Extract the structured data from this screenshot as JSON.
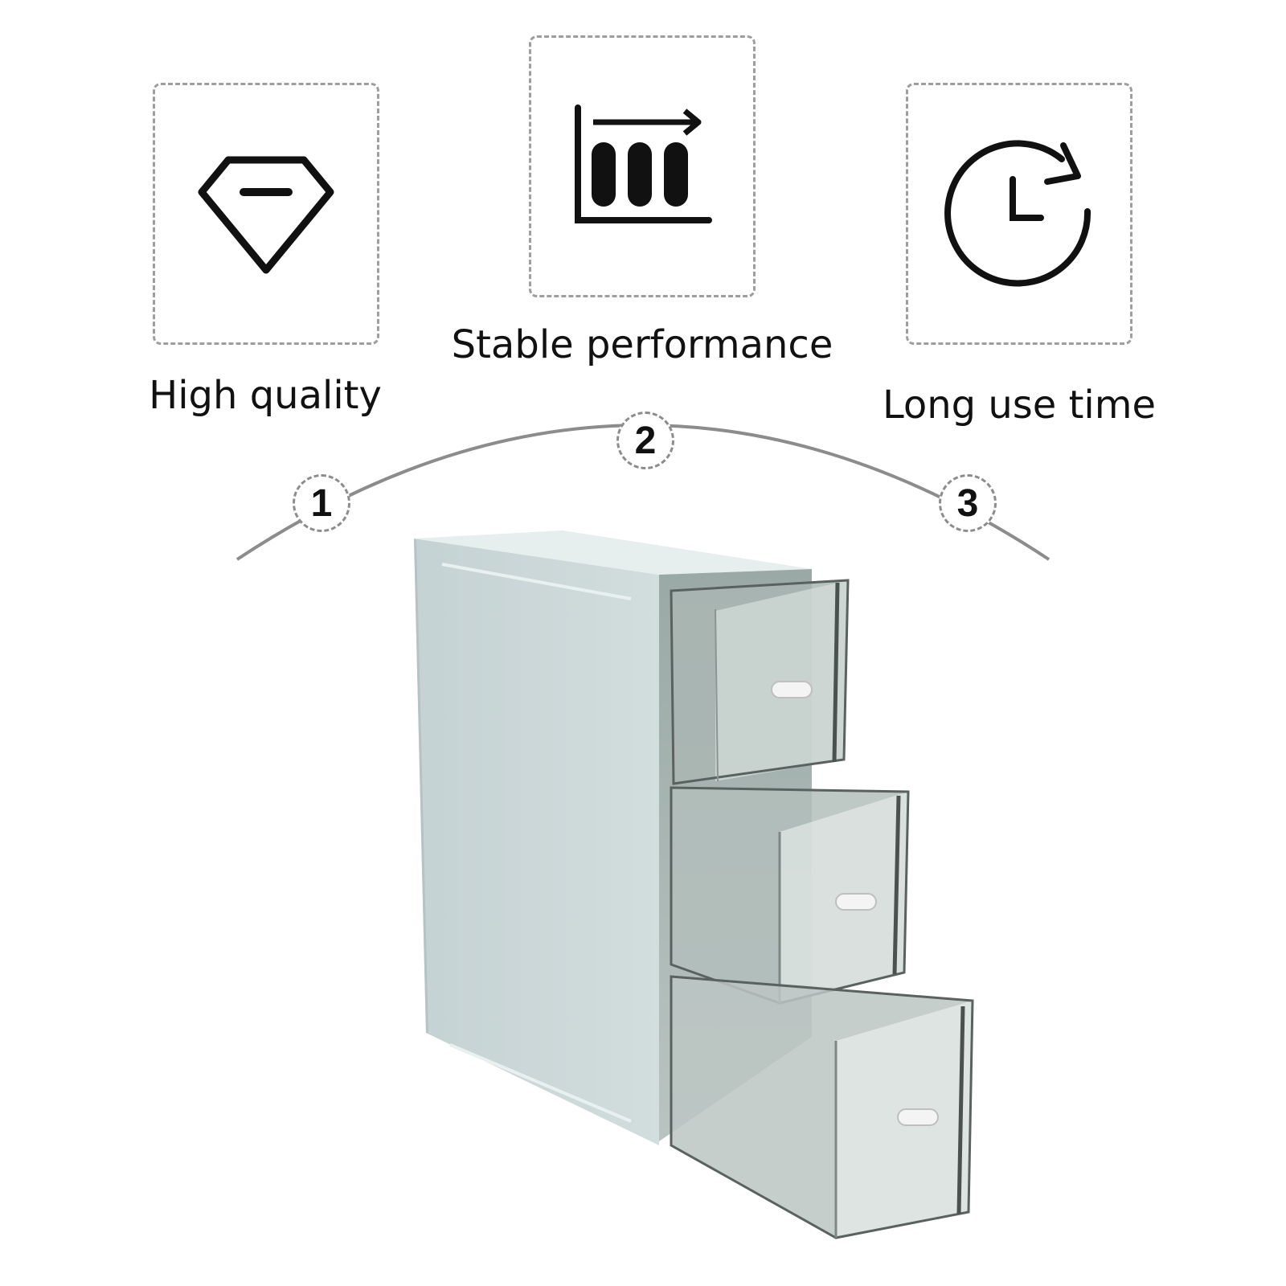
{
  "features": [
    {
      "number": "1",
      "label": "High quality",
      "icon": "diamond-icon"
    },
    {
      "number": "2",
      "label": "Stable performance",
      "icon": "bar-chart-arrow-icon"
    },
    {
      "number": "3",
      "label": "Long use time",
      "icon": "clock-refresh-icon"
    }
  ],
  "product": {
    "image": "three-drawer-desktop-organizer-photo",
    "body_color": "#c9d6d6"
  },
  "colors": {
    "dashed_border": "#9e9e9e",
    "arc": "#8c8c8c",
    "icon": "#111111"
  }
}
